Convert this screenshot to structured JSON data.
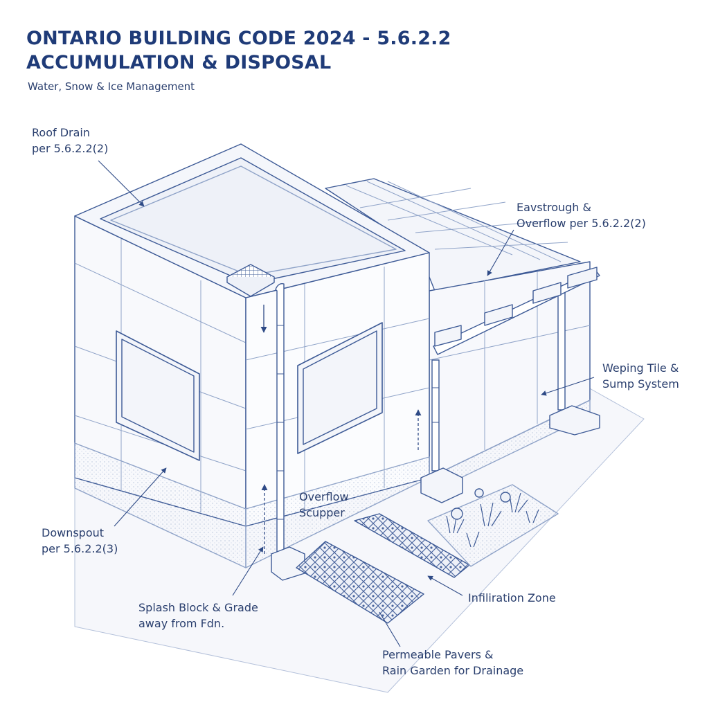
{
  "header": {
    "title_line1": "ONTARIO BUILDING CODE 2024 - 5.6.2.2",
    "title_line2": "ACCUMULATION & DISPOSAL",
    "subtitle": "Water, Snow & Ice Management"
  },
  "labels": {
    "roof_drain": {
      "line1": "Roof Drain",
      "line2": "per 5.6.2.2(2)"
    },
    "eavestrough": {
      "line1": "Eavstrough &",
      "line2": "Overflow per 5.6.2.2(2)"
    },
    "weeping_tile": {
      "line1": "Weping Tile &",
      "line2": "Sump System"
    },
    "overflow_scupper": {
      "line1": "Overflow",
      "line2": "Scupper"
    },
    "downspout": {
      "line1": "Downspout",
      "line2": "per 5.6.2.2(3)"
    },
    "splash_block": {
      "line1": "Splash Block & Grade",
      "line2": "away from Fdn."
    },
    "infiltration": {
      "line1": "Infiliration Zone"
    },
    "pavers": {
      "line1": "Permeable Pavers &",
      "line2": "Rain Garden for Drainage"
    }
  },
  "colors": {
    "line": "#3d5a96",
    "light_line": "#8fa3c8",
    "text": "#2a3f6e",
    "title": "#1f3b78"
  }
}
